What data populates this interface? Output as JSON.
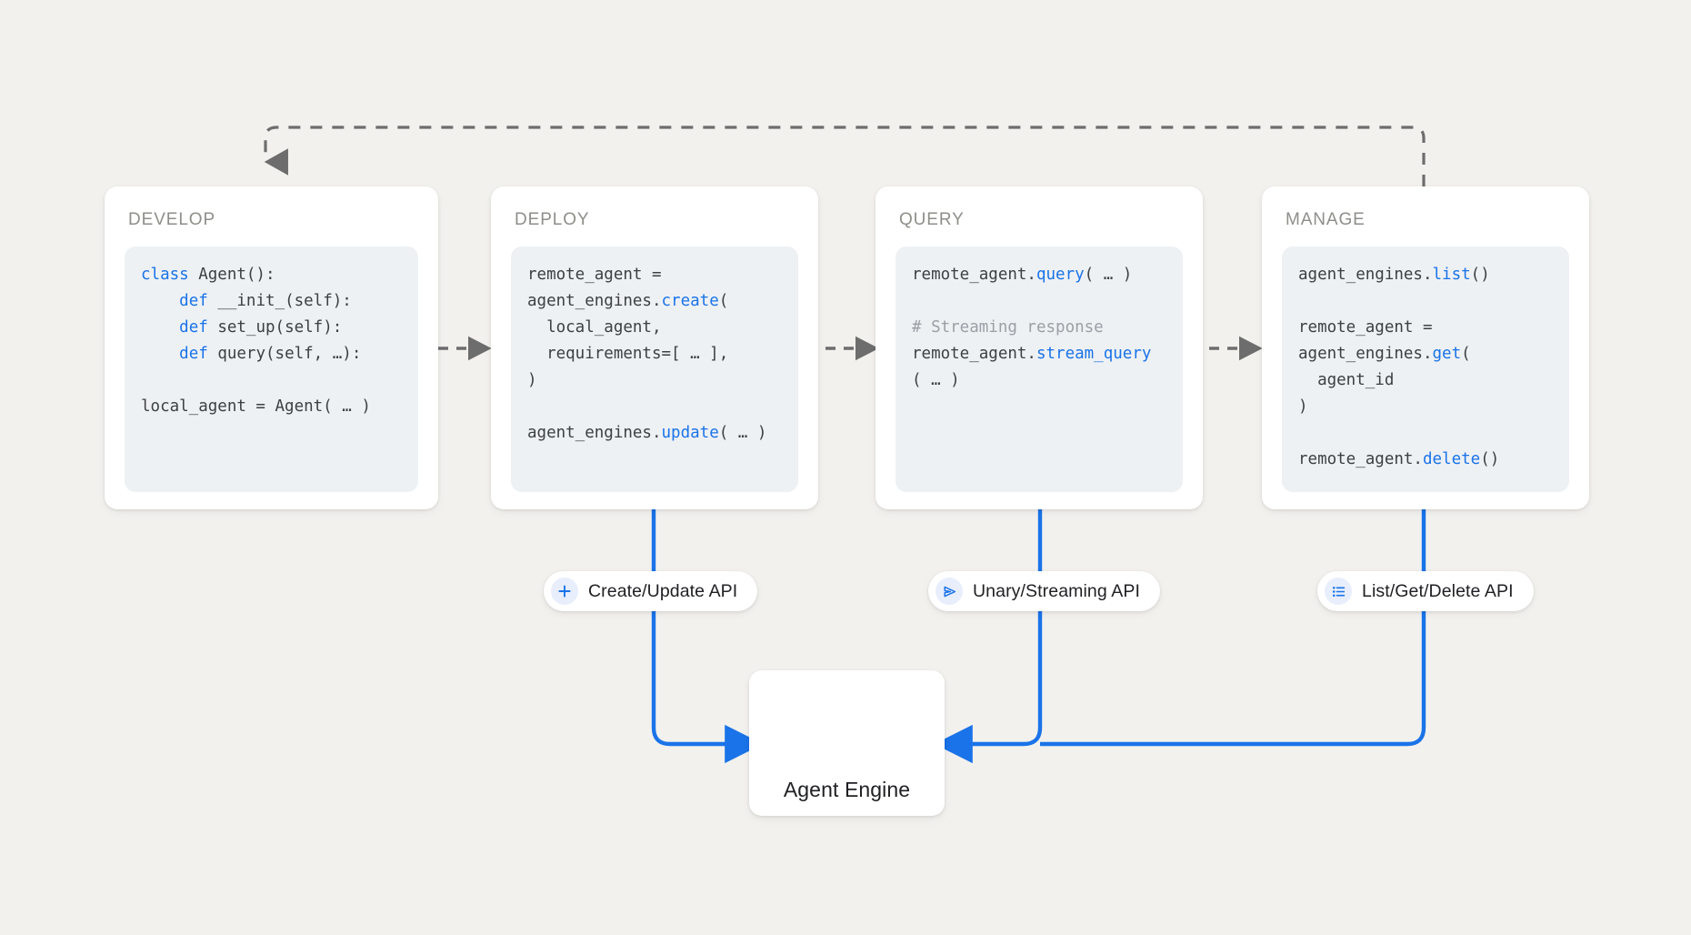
{
  "canvas": {
    "background": "#f2f1ee",
    "flow_arrow_color": "#6d6d6d",
    "connector_color": "#1a73e8",
    "code_bg": "#eef1f4",
    "code_text": "#3c4043",
    "code_keyword": "#1a73e8",
    "code_comment": "#9aa0a6",
    "card_bg": "#ffffff",
    "title_color": "#8e8e8a"
  },
  "stages": [
    {
      "id": "develop",
      "title": "DEVELOP",
      "code": [
        [
          {
            "t": "class ",
            "c": "kw"
          },
          {
            "t": "Agent():",
            "c": ""
          }
        ],
        [
          {
            "t": "    ",
            "c": ""
          },
          {
            "t": "def ",
            "c": "kw"
          },
          {
            "t": "__init_(self):",
            "c": ""
          }
        ],
        [
          {
            "t": "    ",
            "c": ""
          },
          {
            "t": "def ",
            "c": "kw"
          },
          {
            "t": "set_up(self):",
            "c": ""
          }
        ],
        [
          {
            "t": "    ",
            "c": ""
          },
          {
            "t": "def ",
            "c": "kw"
          },
          {
            "t": "query(self, …):",
            "c": ""
          }
        ],
        [],
        [
          {
            "t": "local_agent = Agent( … )",
            "c": ""
          }
        ]
      ]
    },
    {
      "id": "deploy",
      "title": "DEPLOY",
      "code": [
        [
          {
            "t": "remote_agent =",
            "c": ""
          }
        ],
        [
          {
            "t": "agent_engines.",
            "c": ""
          },
          {
            "t": "create",
            "c": "kw"
          },
          {
            "t": "(",
            "c": ""
          }
        ],
        [
          {
            "t": "  local_agent,",
            "c": ""
          }
        ],
        [
          {
            "t": "  requirements=[ … ],",
            "c": ""
          }
        ],
        [
          {
            "t": ")",
            "c": ""
          }
        ],
        [],
        [
          {
            "t": "agent_engines.",
            "c": ""
          },
          {
            "t": "update",
            "c": "kw"
          },
          {
            "t": "( … )",
            "c": ""
          }
        ]
      ]
    },
    {
      "id": "query",
      "title": "QUERY",
      "code": [
        [
          {
            "t": "remote_agent.",
            "c": ""
          },
          {
            "t": "query",
            "c": "kw"
          },
          {
            "t": "( … )",
            "c": ""
          }
        ],
        [],
        [
          {
            "t": "# Streaming response",
            "c": "cm"
          }
        ],
        [
          {
            "t": "remote_agent.",
            "c": ""
          },
          {
            "t": "stream_query",
            "c": "kw"
          }
        ],
        [
          {
            "t": "( … )",
            "c": ""
          }
        ]
      ]
    },
    {
      "id": "manage",
      "title": "MANAGE",
      "code": [
        [
          {
            "t": "agent_engines.",
            "c": ""
          },
          {
            "t": "list",
            "c": "kw"
          },
          {
            "t": "()",
            "c": ""
          }
        ],
        [],
        [
          {
            "t": "remote_agent =",
            "c": ""
          }
        ],
        [
          {
            "t": "agent_engines.",
            "c": ""
          },
          {
            "t": "get",
            "c": "kw"
          },
          {
            "t": "(",
            "c": ""
          }
        ],
        [
          {
            "t": "  agent_id",
            "c": ""
          }
        ],
        [
          {
            "t": ")",
            "c": ""
          }
        ],
        [],
        [
          {
            "t": "remote_agent.",
            "c": ""
          },
          {
            "t": "delete",
            "c": "kw"
          },
          {
            "t": "()",
            "c": ""
          }
        ]
      ]
    }
  ],
  "api_pills": [
    {
      "id": "create-update",
      "label": "Create/Update API",
      "icon": "plus-icon"
    },
    {
      "id": "unary-streaming",
      "label": "Unary/Streaming API",
      "icon": "send-icon"
    },
    {
      "id": "list-get-delete",
      "label": "List/Get/Delete API",
      "icon": "list-icon"
    }
  ],
  "agent_node": {
    "label": "Agent Engine",
    "icon": "robot-icon",
    "icon_gradient_from": "#1a73e8",
    "icon_gradient_to": "#b07cf0"
  }
}
